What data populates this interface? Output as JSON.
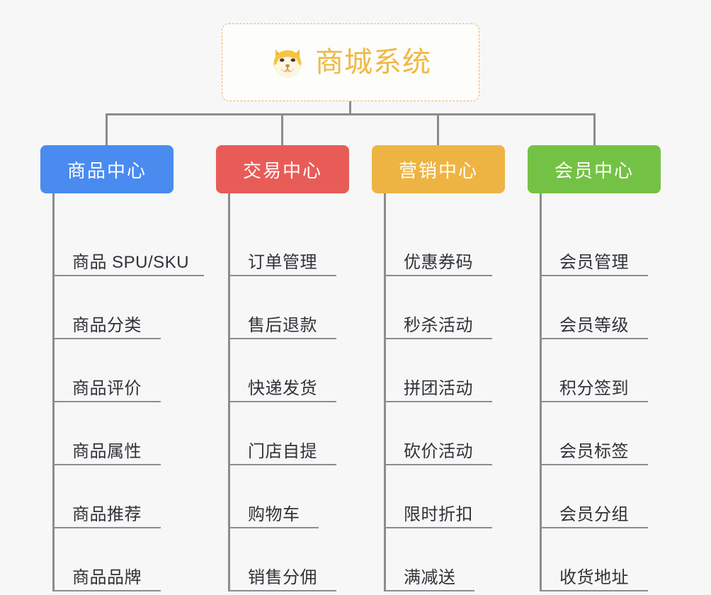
{
  "diagram": {
    "type": "mind-map",
    "background_color": "#f7f7f7",
    "root": {
      "title": "商城系统",
      "icon": "shiba-inu-face-icon",
      "text_color": "#f0b845",
      "border_color": "#e8b763",
      "border_style": "dashed"
    },
    "connector_color": "#8c8c8c",
    "categories": [
      {
        "label": "商品中心",
        "color": "#4a8bf0",
        "items": [
          {
            "label": "商品 SPU/SKU",
            "width": "w-xl"
          },
          {
            "label": "商品分类",
            "width": "w-md"
          },
          {
            "label": "商品评价",
            "width": "w-md"
          },
          {
            "label": "商品属性",
            "width": "w-md"
          },
          {
            "label": "商品推荐",
            "width": "w-md"
          },
          {
            "label": "商品品牌",
            "width": "w-md"
          }
        ]
      },
      {
        "label": "交易中心",
        "color": "#e85c58",
        "items": [
          {
            "label": "订单管理",
            "width": "w-md"
          },
          {
            "label": "售后退款",
            "width": "w-md"
          },
          {
            "label": "快递发货",
            "width": "w-md"
          },
          {
            "label": "门店自提",
            "width": "w-md"
          },
          {
            "label": "购物车",
            "width": "w-sm"
          },
          {
            "label": "销售分佣",
            "width": "w-md"
          }
        ]
      },
      {
        "label": "营销中心",
        "color": "#eeb443",
        "items": [
          {
            "label": "优惠券码",
            "width": "w-md"
          },
          {
            "label": "秒杀活动",
            "width": "w-md"
          },
          {
            "label": "拼团活动",
            "width": "w-md"
          },
          {
            "label": "砍价活动",
            "width": "w-md"
          },
          {
            "label": "限时折扣",
            "width": "w-md"
          },
          {
            "label": "满减送",
            "width": "w-sm"
          }
        ]
      },
      {
        "label": "会员中心",
        "color": "#74c245",
        "items": [
          {
            "label": "会员管理",
            "width": "w-md"
          },
          {
            "label": "会员等级",
            "width": "w-md"
          },
          {
            "label": "积分签到",
            "width": "w-md"
          },
          {
            "label": "会员标签",
            "width": "w-md"
          },
          {
            "label": "会员分组",
            "width": "w-md"
          },
          {
            "label": "收货地址",
            "width": "w-md"
          }
        ]
      }
    ]
  }
}
